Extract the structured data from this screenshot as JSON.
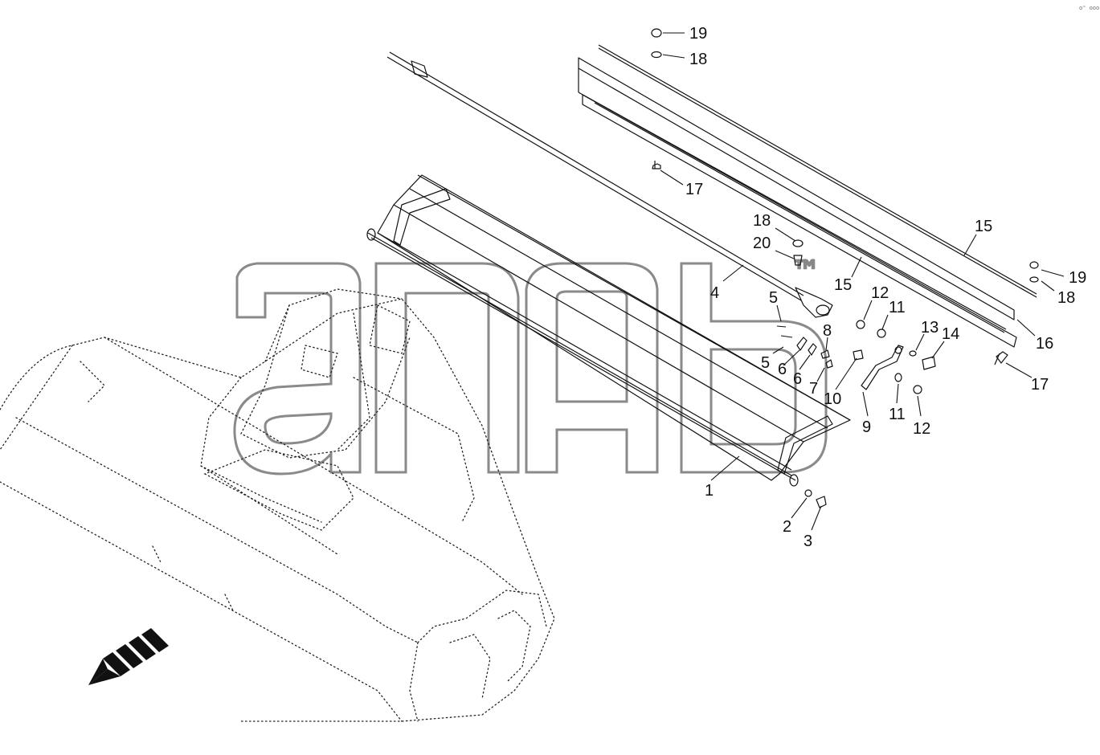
{
  "corner_mark": "o° ooo",
  "watermark": {
    "text": "™"
  },
  "callouts": [
    {
      "id": "c19a",
      "text": "19"
    },
    {
      "id": "c18a",
      "text": "18"
    },
    {
      "id": "c17a",
      "text": "17"
    },
    {
      "id": "c15a",
      "text": "15"
    },
    {
      "id": "c18b",
      "text": "18"
    },
    {
      "id": "c20",
      "text": "20"
    },
    {
      "id": "c15b",
      "text": "15"
    },
    {
      "id": "c19b",
      "text": "19"
    },
    {
      "id": "c18c",
      "text": "18"
    },
    {
      "id": "c4",
      "text": "4"
    },
    {
      "id": "c5a",
      "text": "5"
    },
    {
      "id": "c12a",
      "text": "12"
    },
    {
      "id": "c11a",
      "text": "11"
    },
    {
      "id": "c8",
      "text": "8"
    },
    {
      "id": "c13",
      "text": "13"
    },
    {
      "id": "c14",
      "text": "14"
    },
    {
      "id": "c16",
      "text": "16"
    },
    {
      "id": "c5b",
      "text": "5"
    },
    {
      "id": "c6a",
      "text": "6"
    },
    {
      "id": "c6b",
      "text": "6"
    },
    {
      "id": "c7",
      "text": "7"
    },
    {
      "id": "c10",
      "text": "10"
    },
    {
      "id": "c17b",
      "text": "17"
    },
    {
      "id": "c9",
      "text": "9"
    },
    {
      "id": "c11b",
      "text": "11"
    },
    {
      "id": "c12b",
      "text": "12"
    },
    {
      "id": "c1",
      "text": "1"
    },
    {
      "id": "c2",
      "text": "2"
    },
    {
      "id": "c3",
      "text": "3"
    }
  ]
}
